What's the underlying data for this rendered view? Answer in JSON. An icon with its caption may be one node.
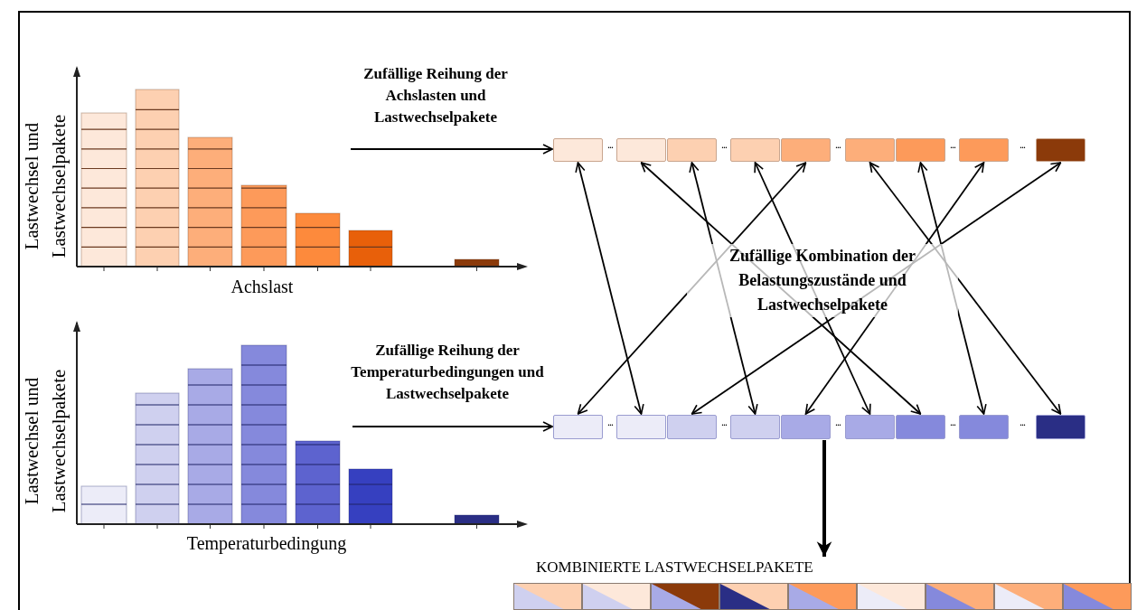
{
  "diagram": {
    "nodes": [
      {
        "text": [],
        "shape": "box"
      },
      {
        "text": [],
        "shape": "box"
      },
      {
        "text": [],
        "shape": "box"
      },
      {
        "text": [],
        "shape": "box"
      },
      {
        "text": [],
        "shape": "box"
      },
      {
        "text": [],
        "shape": "box"
      },
      {
        "text": [],
        "shape": "box"
      },
      {
        "text": [],
        "shape": "box"
      },
      {
        "text": [],
        "shape": "box"
      },
      {
        "text": [],
        "shape": "box"
      },
      {
        "text": [],
        "shape": "box"
      },
      {
        "text": [],
        "shape": "box"
      },
      {
        "text": [],
        "shape": "box"
      },
      {
        "text": [],
        "shape": "box"
      },
      {
        "text": [],
        "shape": "box"
      },
      {
        "text": [],
        "shape": "box"
      },
      {
        "text": [],
        "shape": "box"
      },
      {
        "text": [],
        "shape": "box"
      },
      {
        "text": [
          "KOMBINIERTE LASTWECHSELPAKETE"
        ]
      },
      {
        "text": [],
        "shape": "box",
        "in": 18
      },
      {
        "text": [],
        "shape": "box",
        "in": 18
      },
      {
        "text": [],
        "shape": "box",
        "in": 18
      },
      {
        "text": [],
        "shape": "box",
        "in": 18
      },
      {
        "text": [],
        "shape": "box",
        "in": 18
      },
      {
        "text": [],
        "shape": "box",
        "in": 18
      },
      {
        "text": [],
        "shape": "box",
        "in": 18
      },
      {
        "text": [],
        "shape": "box",
        "in": 18
      },
      {
        "text": [],
        "shape": "box",
        "in": 18
      }
    ],
    "edges": [
      {
        "from": null,
        "to": 0,
        "arrow": "to",
        "label": "Zufällige Reihung der Achslasten und Lastwechselpakete"
      },
      {
        "from": null,
        "to": 9,
        "arrow": "to",
        "label": "Zufällige Reihung der Temperaturbedingungen und Lastwechselpakete"
      },
      {
        "from": 0,
        "to": 10,
        "arrow": "both"
      },
      {
        "from": 1,
        "to": 15,
        "arrow": "both"
      },
      {
        "from": 2,
        "to": 12,
        "arrow": "both"
      },
      {
        "from": 3,
        "to": 14,
        "arrow": "both"
      },
      {
        "from": 4,
        "to": 9,
        "arrow": "both"
      },
      {
        "from": 5,
        "to": 17,
        "arrow": "both"
      },
      {
        "from": 6,
        "to": 16,
        "arrow": "both"
      },
      {
        "from": 7,
        "to": 13,
        "arrow": "both"
      },
      {
        "from": 8,
        "to": 11,
        "arrow": "both"
      },
      {
        "from": 13,
        "to": 18,
        "arrow": "to",
        "style": "thick"
      }
    ],
    "labels": [
      "Lastwechsel und Lastwechselpakete",
      "Achslast",
      "...",
      "...",
      "...",
      "...",
      "...",
      "Zufällige Kombination der Belastungszustände und Lastwechselpakete",
      "Lastwechsel und Lastwechselpakete",
      "Temperaturbedingung",
      "...",
      "...",
      "...",
      "...",
      "..."
    ]
  }
}
